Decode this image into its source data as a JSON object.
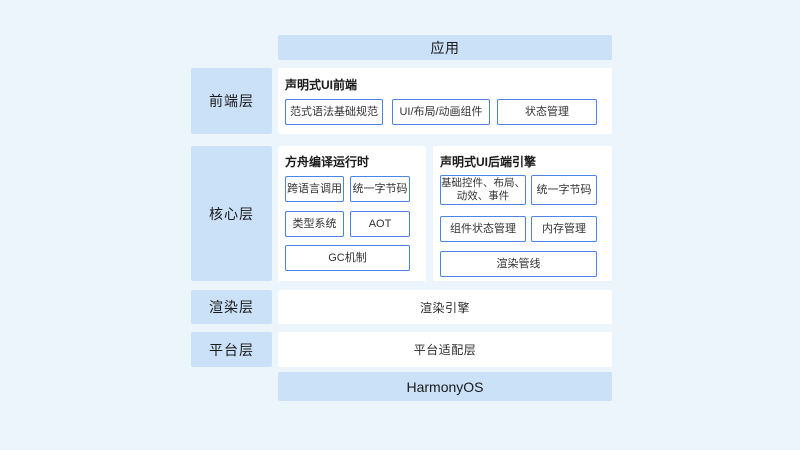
{
  "app_bar": {
    "label": "应用"
  },
  "layers": {
    "frontend": {
      "label": "前端层",
      "panel_title": "声明式UI前端",
      "boxes": [
        "范式语法基础规范",
        "UI/布局/动画组件",
        "状态管理"
      ]
    },
    "core": {
      "label": "核心层",
      "ark_runtime": {
        "title": "方舟编译运行时",
        "boxes": [
          "跨语言调用",
          "统一字节码",
          "类型系统",
          "AOT",
          "GC机制"
        ]
      },
      "ui_backend": {
        "title": "声明式UI后端引擎",
        "boxes": [
          "基础控件、布局、\n动效、事件",
          "统一字节码",
          "组件状态管理",
          "内存管理",
          "渲染管线"
        ]
      }
    },
    "render": {
      "label": "渲染层",
      "panel": "渲染引擎"
    },
    "platform": {
      "label": "平台层",
      "panel": "平台适配层"
    }
  },
  "bottom_bar": {
    "label": "HarmonyOS"
  },
  "colors": {
    "background": "#ecf4fc",
    "bar_fill": "#cbe1f8",
    "panel_fill": "#ffffff",
    "box_border": "#4a85e5",
    "text": "#1a1a1a"
  }
}
